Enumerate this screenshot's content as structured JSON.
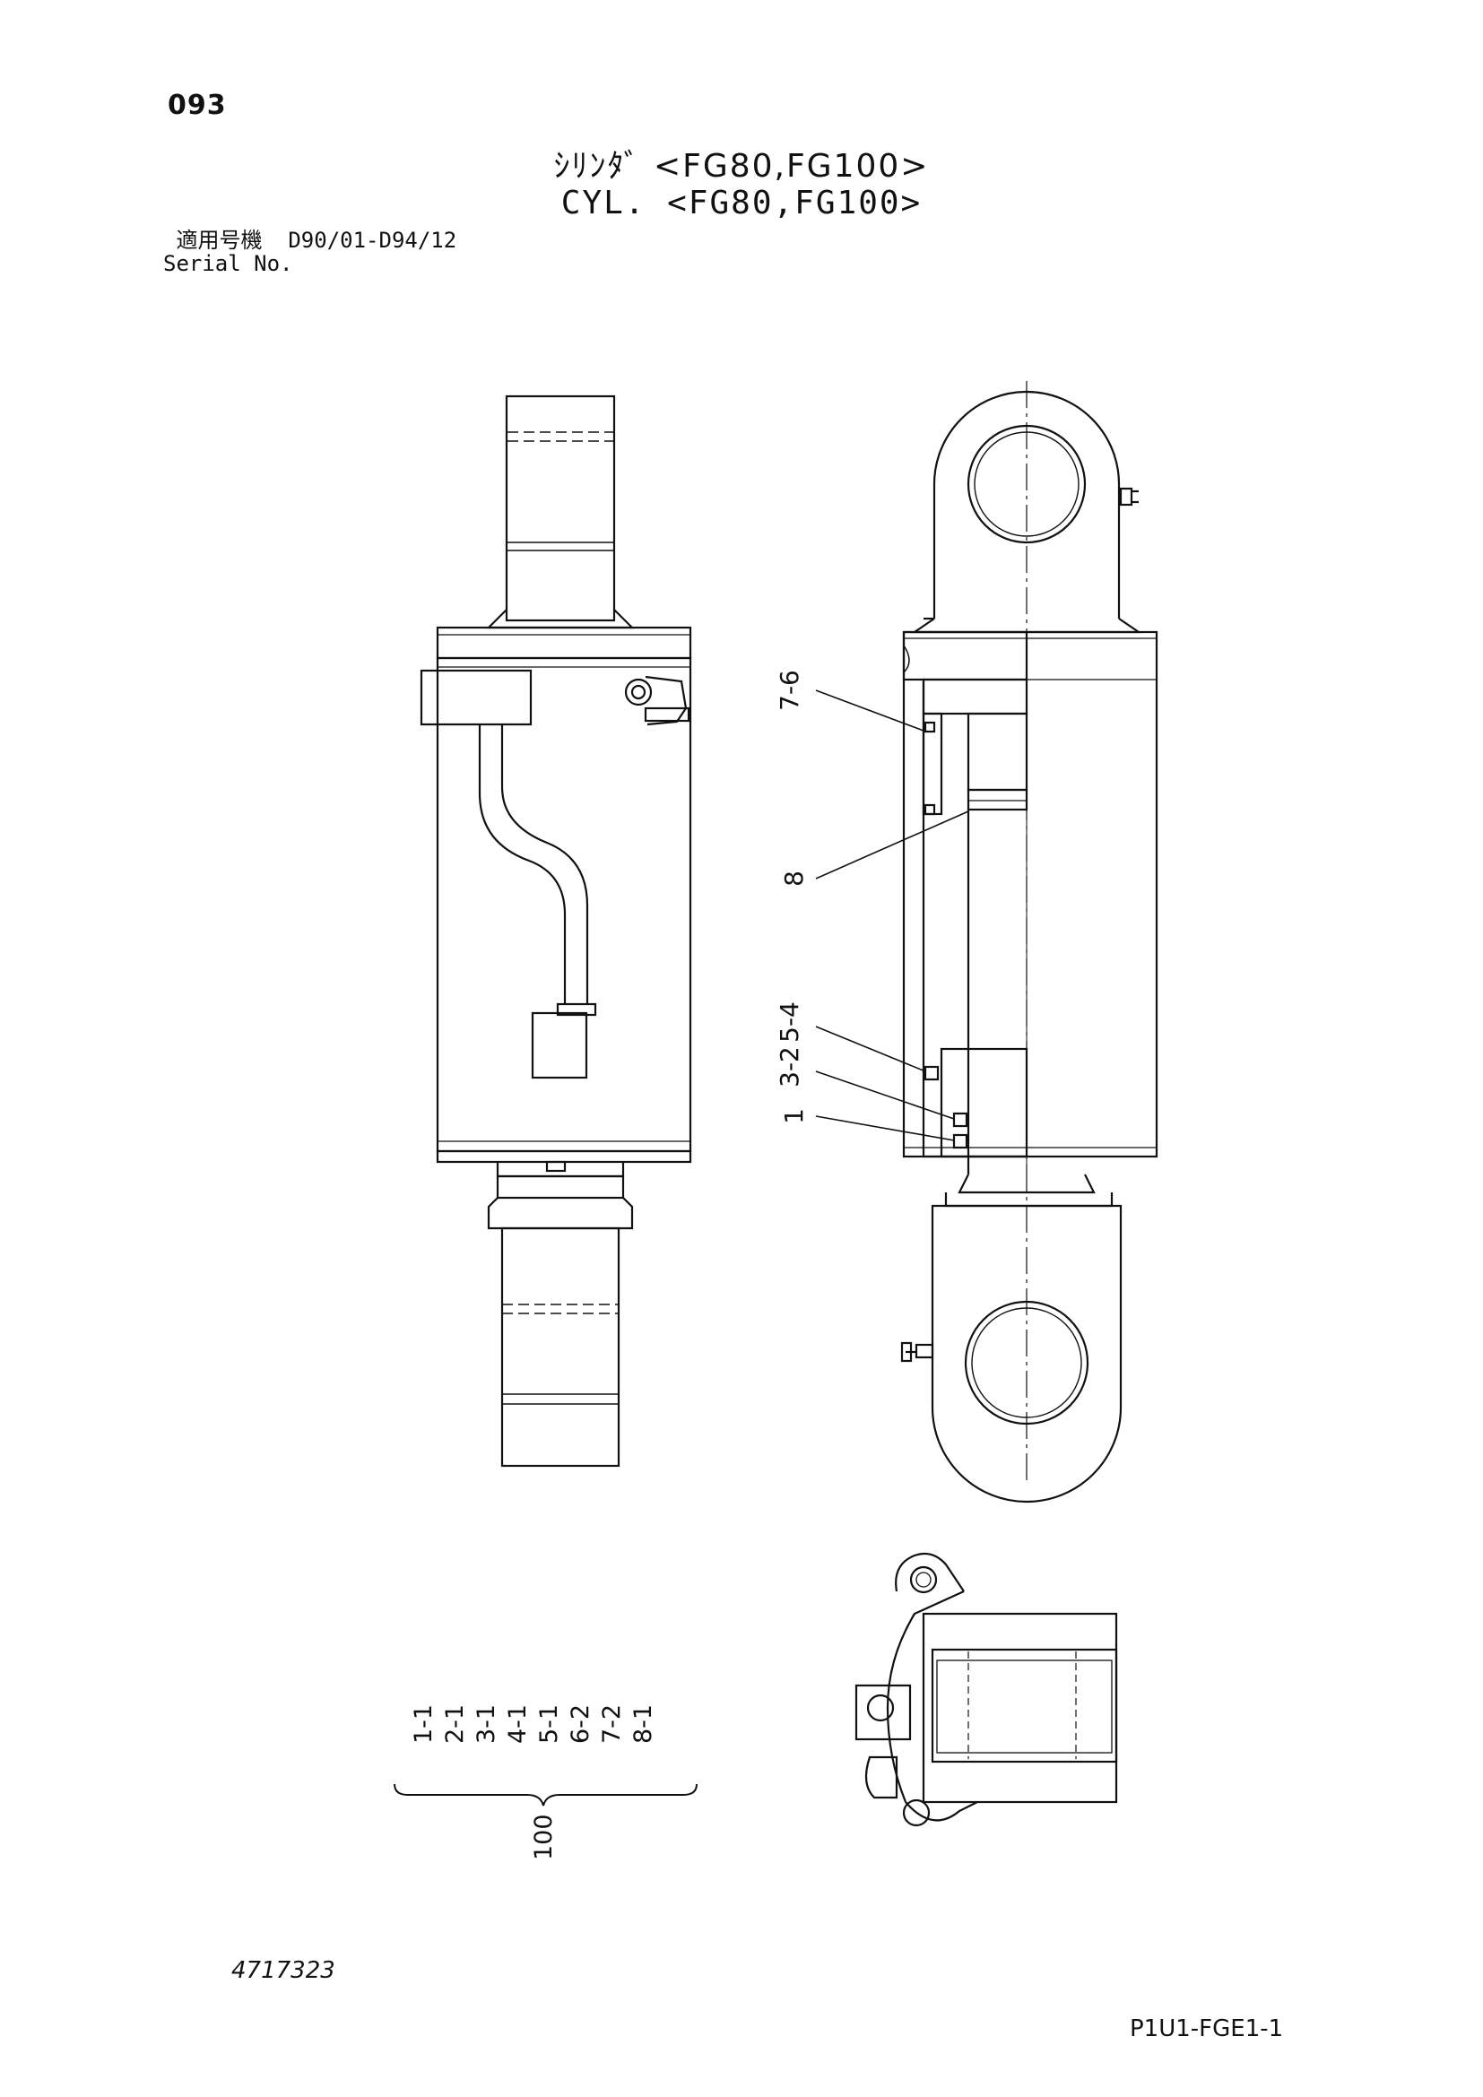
{
  "header": {
    "page_number": "093",
    "title_jp": "ｼﾘﾝﾀﾞ <FG80,FG100>",
    "title_en": "CYL. <FG80,FG100>",
    "applicable_label_jp": "適用号機",
    "serial_range": "D90/01-D94/12",
    "serial_label_en": "Serial No."
  },
  "callouts": {
    "c7_6": "7-6",
    "c8": "8",
    "c5_4": "5-4",
    "c3_2": "3-2",
    "c1": "1"
  },
  "assembly": {
    "items": [
      "1-1",
      "2-1",
      "3-1",
      "4-1",
      "5-1",
      "6-2",
      "7-2",
      "8-1"
    ],
    "assembly_number": "100"
  },
  "footer": {
    "doc_code": "4717323",
    "page_code": "P1U1-FGE1-1"
  }
}
